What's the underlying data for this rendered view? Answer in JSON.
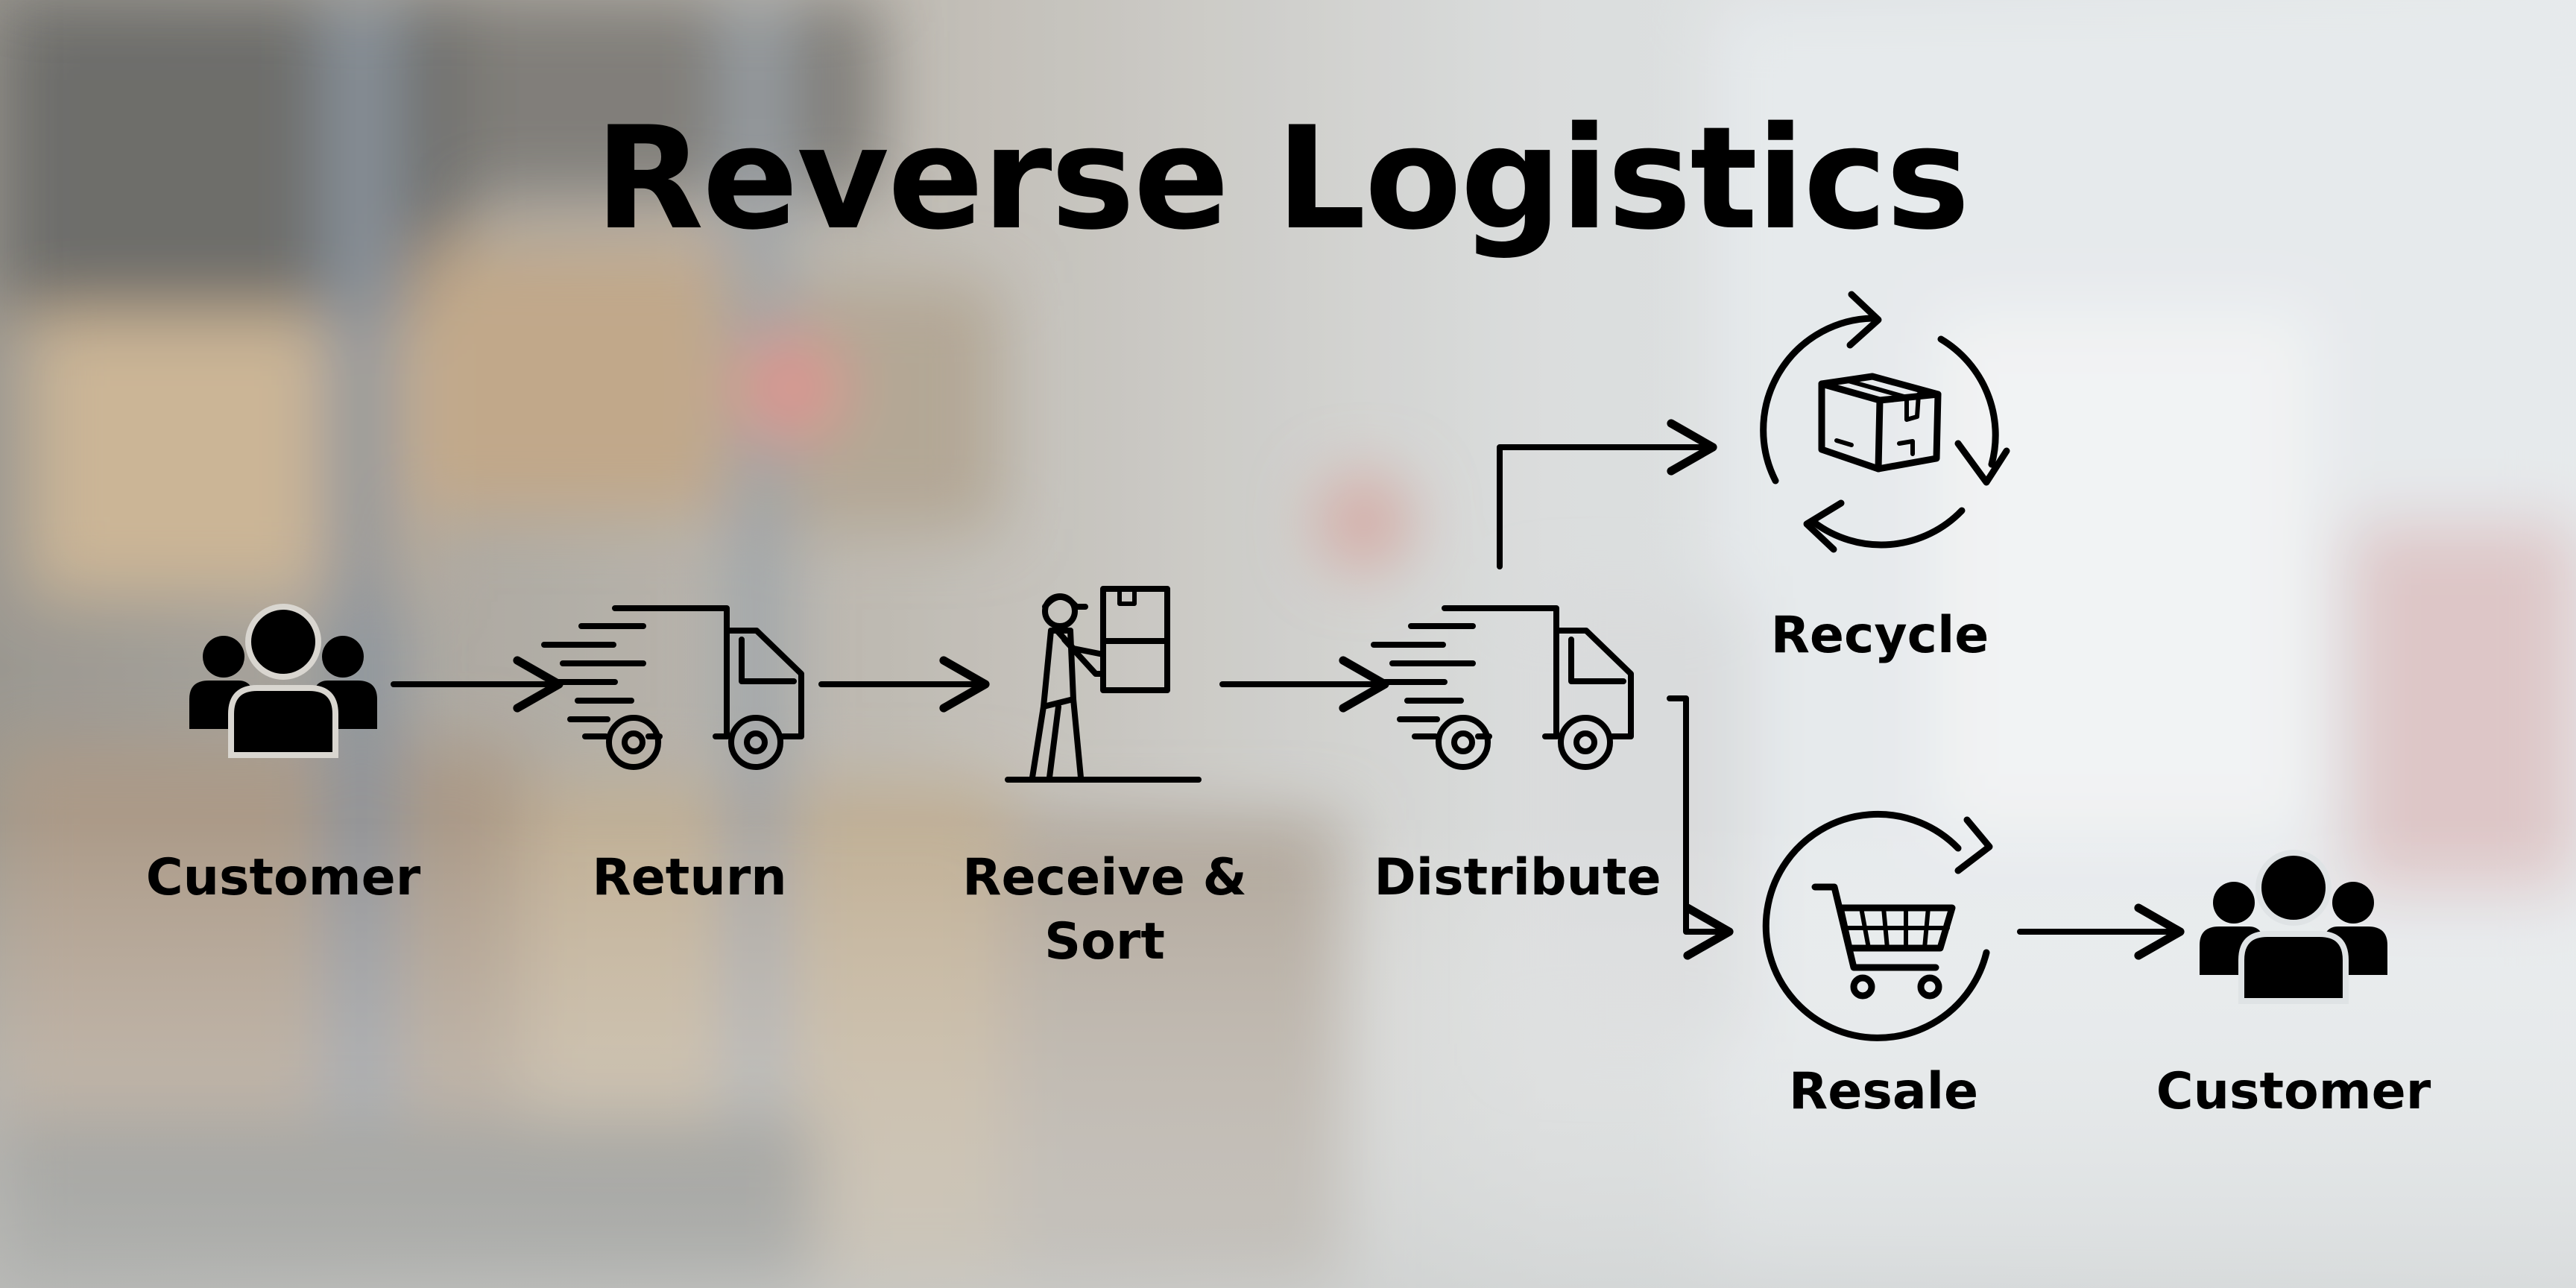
{
  "title": "Reverse Logistics",
  "nodes": {
    "customer_start": {
      "label": "Customer",
      "icon": "people-group-icon"
    },
    "return": {
      "label": "Return",
      "icon": "delivery-truck-icon"
    },
    "receive_sort": {
      "label": "Receive &\nSort",
      "icon": "worker-carrying-boxes-icon"
    },
    "distribute": {
      "label": "Distribute",
      "icon": "delivery-truck-icon"
    },
    "recycle": {
      "label": "Recycle",
      "icon": "recycle-box-icon"
    },
    "resale": {
      "label": "Resale",
      "icon": "shopping-cart-cycle-icon"
    },
    "customer_end": {
      "label": "Customer",
      "icon": "people-group-icon"
    }
  },
  "colors": {
    "ink": "#000000",
    "background_light": "#dfe4e6",
    "background_warm": "#b9a58c"
  }
}
